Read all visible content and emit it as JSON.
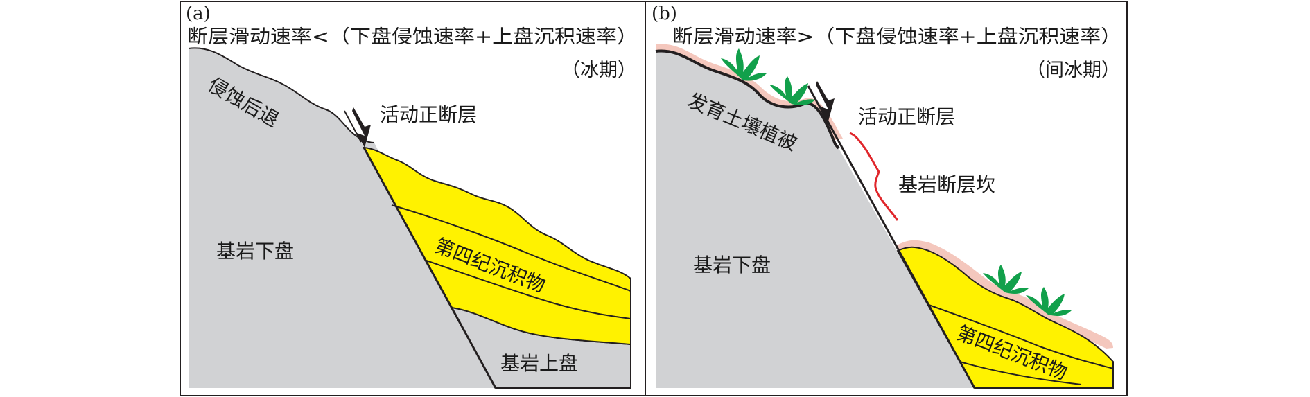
{
  "panel_a": {
    "tag": "(a)",
    "condition": "断层滑动速率<（下盘侵蚀速率+上盘沉积速率）",
    "period": "（冰期）",
    "labels": {
      "erosion": "侵蚀后退",
      "active_fault": "活动正断层",
      "footwall": "基岩下盘",
      "sediment": "第四纪沉积物",
      "hangingwall": "基岩上盘"
    }
  },
  "panel_b": {
    "tag": "(b)",
    "condition": "断层滑动速率>（下盘侵蚀速率+上盘沉积速率）",
    "period": "（间冰期）",
    "labels": {
      "soil": "发育土壤植被",
      "active_fault": "活动正断层",
      "scarp": "基岩断层坎",
      "footwall": "基岩下盘",
      "sediment": "第四纪沉积物"
    }
  },
  "colors": {
    "bedrock": "#d1d2d4",
    "sediment": "#fff200",
    "soil": "#f4c7bd",
    "vegetation": "#12a04b",
    "scarp_brace": "#e0262b",
    "line": "#231f20"
  },
  "icons": {
    "fault_arrow": "downward-slip-arrow-icon",
    "plant": "plant-icon",
    "brace": "curly-brace-icon"
  }
}
